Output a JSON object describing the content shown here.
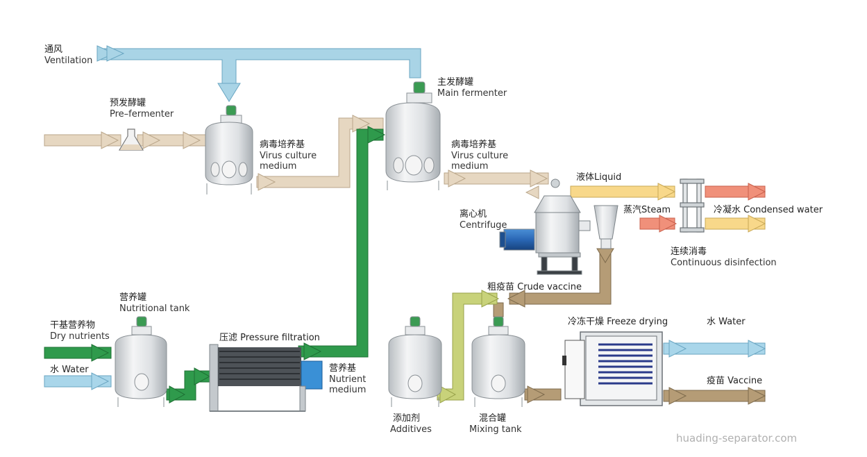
{
  "labels": {
    "ventilation_zh": "通风",
    "ventilation_en": "Ventilation",
    "prefermenter_zh": "预发酵罐",
    "prefermenter_en": "Pre–fermenter",
    "main_fermenter_zh": "主发酵罐",
    "main_fermenter_en": "Main fermenter",
    "virus_medium1_zh": "病毒培养基",
    "virus_medium1_en1": "Virus culture",
    "virus_medium1_en2": "medium",
    "virus_medium2_zh": "病毒培养基",
    "virus_medium2_en1": "Virus culture",
    "virus_medium2_en2": "medium",
    "liquid": "液体Liquid",
    "centrifuge_zh": "离心机",
    "centrifuge_en": "Centrifuge",
    "steam": "蒸汽Steam",
    "condensed_water": "冷凝水 Condensed water",
    "continuous_dis_zh": "连续消毒",
    "continuous_dis_en": "Continuous disinfection",
    "crude_vaccine": "粗疫苗 Crude vaccine",
    "nutritional_tank_zh": "营养罐",
    "nutritional_tank_en": "Nutritional tank",
    "dry_nutrients_zh": "干基营养物",
    "dry_nutrients_en": "Dry nutrients",
    "water_in": "水 Water",
    "pressure_filtration": "压滤 Pressure filtration",
    "nutrient_medium_zh": "营养基",
    "nutrient_medium_en1": "Nutrient",
    "nutrient_medium_en2": "medium",
    "freeze_drying": "冷冻干燥 Freeze drying",
    "water_out": "水 Water",
    "vaccine": "疫苗 Vaccine",
    "additives_zh": "添加剂",
    "additives_en": "Additives",
    "mixing_tank_zh": "混合罐",
    "mixing_tank_en": "Mixing tank",
    "watermark": "huading-separator.com"
  },
  "colors": {
    "air": "#a9d4e6",
    "air_edge": "#6aa6c2",
    "tan": "#e6d7c1",
    "tan_edge": "#b9a68a",
    "green": "#2f9a4c",
    "green_edge": "#1f7034",
    "olive": "#c8d27a",
    "olive_edge": "#98a24a",
    "brown": "#b59c76",
    "brown_edge": "#7d6a4c",
    "yellow": "#f8d88a",
    "yellow_edge": "#c9a957",
    "red": "#f0907a",
    "red_edge": "#c8604c",
    "blue": "#a9d6ea",
    "blue_edge": "#6aa6c2",
    "steel": "#d9dde0",
    "steel_dark": "#9aa1a6"
  }
}
